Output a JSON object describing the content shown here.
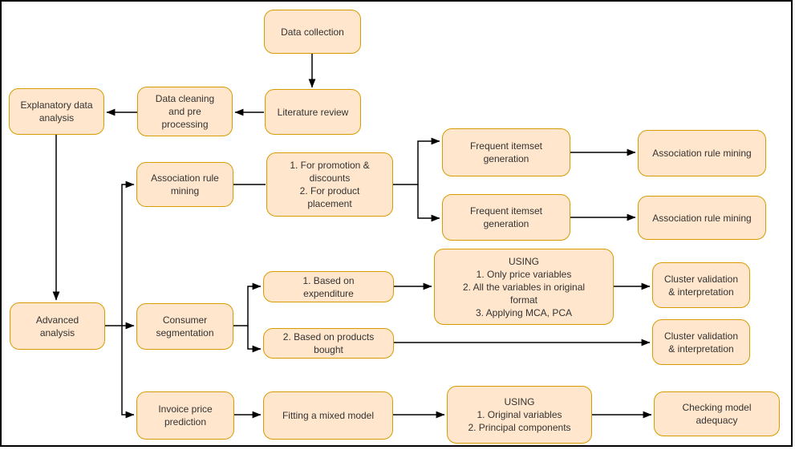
{
  "diagram": {
    "type": "flowchart",
    "colors": {
      "node_fill": "#FFE6CC",
      "node_border": "#D79B00",
      "connector": "#000000",
      "frame_border": "#000000",
      "background": "#FFFFFF",
      "text": "#333333"
    },
    "nodes": {
      "data_collection": "Data collection",
      "literature_review": "Literature review",
      "data_cleaning": "Data cleaning\nand pre\nprocessing",
      "explanatory_data_analysis": "Explanatory data\nanalysis",
      "advanced_analysis": "Advanced\nanalysis",
      "association_rule_mining": "Association rule\nmining",
      "promotion_placement": "1. For promotion &\ndiscounts\n2. For product\nplacement",
      "frequent_itemset_1": "Frequent itemset\ngeneration",
      "frequent_itemset_2": "Frequent itemset\ngeneration",
      "association_rule_mining_right_1": "Association rule mining",
      "association_rule_mining_right_2": "Association rule mining",
      "consumer_segmentation": "Consumer\nsegmentation",
      "based_on_expenditure": "1. Based on\nexpenditure",
      "based_on_products": "2. Based on products\nbought",
      "using_cluster": "USING\n1. Only price variables\n2. All the variables in original\nformat\n3. Applying MCA, PCA",
      "cluster_validation_1": "Cluster validation\n& interpretation",
      "cluster_validation_2": "Cluster validation\n& interpretation",
      "invoice_price_prediction": "Invoice price\nprediction",
      "fitting_mixed_model": "Fitting a mixed model",
      "using_invoice": "USING\n1. Original variables\n2. Principal components",
      "checking_model_adequacy": "Checking model\nadequacy"
    }
  }
}
